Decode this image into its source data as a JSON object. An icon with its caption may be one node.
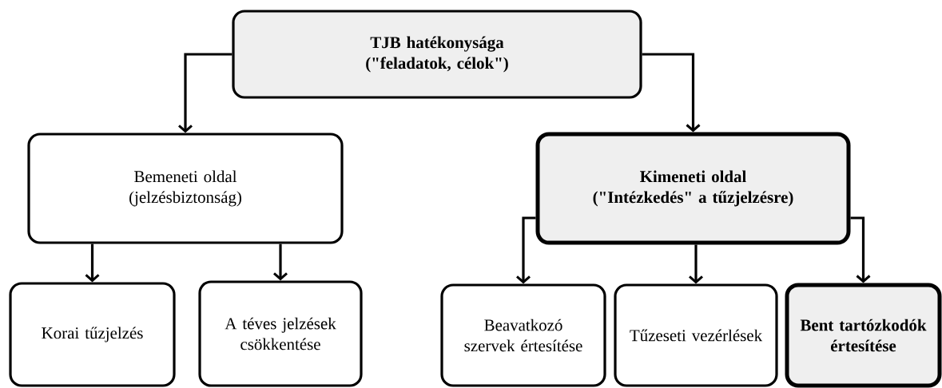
{
  "diagram": {
    "nodes": [
      {
        "text": [
          "TJB hatékonysága (\"feladatok, célok\")"
        ]
      },
      {
        "text": [
          "Bemeneti oldal (jelzésbiztonság)"
        ]
      },
      {
        "text": [
          "Kimeneti oldal (\"Intézkedés\" a tűzjelzésre)"
        ]
      },
      {
        "text": [
          "Korai tűzjelzés"
        ]
      },
      {
        "text": [
          "A téves jelzések csökkentése"
        ]
      },
      {
        "text": [
          "Beavatkozó szervek értesítése"
        ]
      },
      {
        "text": [
          "Tűzeseti vezérlések"
        ]
      },
      {
        "text": [
          "Bent tartózkodók értesítése"
        ]
      }
    ],
    "edges": [
      {
        "from": 0,
        "to": 1,
        "arrow": "to"
      },
      {
        "from": 0,
        "to": 2,
        "arrow": "to"
      },
      {
        "from": 1,
        "to": 3,
        "arrow": "to"
      },
      {
        "from": 1,
        "to": 4,
        "arrow": "to"
      },
      {
        "from": 2,
        "to": 5,
        "arrow": "to"
      },
      {
        "from": 2,
        "to": 6,
        "arrow": "to"
      },
      {
        "from": 2,
        "to": 7,
        "arrow": "to"
      }
    ]
  }
}
